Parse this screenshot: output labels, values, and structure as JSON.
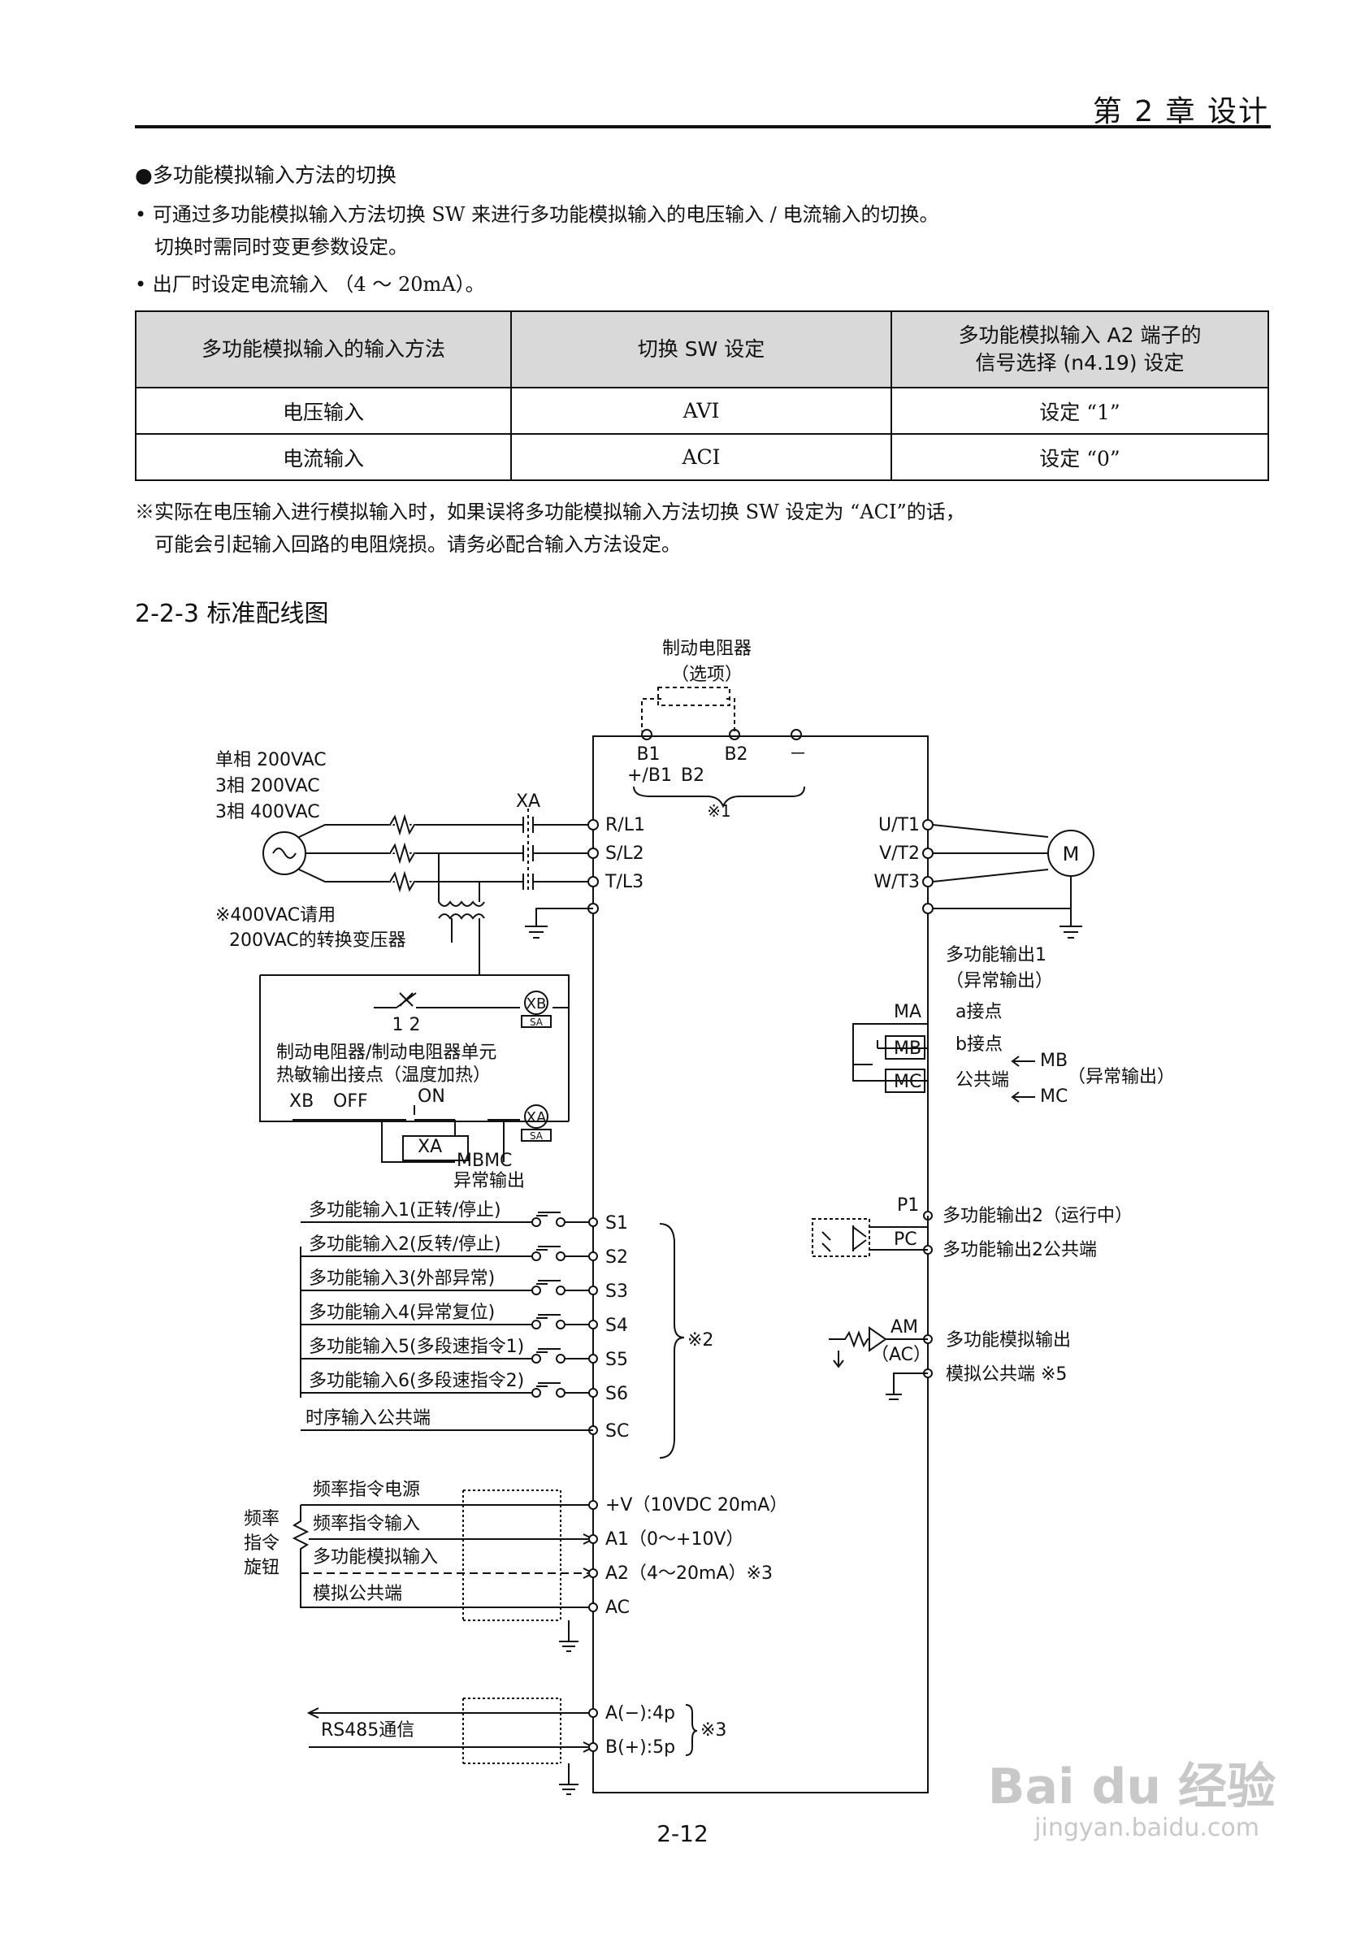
{
  "header": {
    "chapter": "第 2 章  设计"
  },
  "switch_section": {
    "title": "●多功能模拟输入方法的切换",
    "bullets": [
      "• 可通过多功能模拟输入方法切换 SW 来进行多功能模拟输入的电压输入 / 电流输入的切换。",
      "切换时需同时变更参数设定。",
      "• 出厂时设定电流输入 （4 ～ 20mA）。"
    ]
  },
  "table": {
    "headers": [
      "多功能模拟输入的输入方法",
      "切换 SW 设定",
      "多功能模拟输入 A2 端子的",
      "信号选择 (n4.19) 设定"
    ],
    "rows": [
      [
        "电压输入",
        "AVI",
        "设定 “1”"
      ],
      [
        "电流输入",
        "ACI",
        "设定 “0”"
      ]
    ]
  },
  "notes": [
    "※实际在电压输入进行模拟输入时，如果误将多功能模拟输入方法切换 SW 设定为 “ACI”的话，",
    "可能会引起输入回路的电阻烧损。请务必配合输入方法设定。"
  ],
  "wiring": {
    "title": "2-2-3  标准配线图",
    "brake_resistor": [
      "制动电阻器",
      "（选项）"
    ],
    "dc_terminals": [
      "B1",
      "B2",
      "－",
      "+/B1",
      "B2",
      "※1"
    ],
    "power_supply": [
      "单相 200VAC",
      "3相 200VAC",
      "3相 400VAC"
    ],
    "xa": "XA",
    "input_terminals": [
      "R/L1",
      "S/L2",
      "T/L3"
    ],
    "output_terminals": [
      "U/T1",
      "V/T2",
      "W/T3"
    ],
    "motor": "M",
    "transformer_note": [
      "※400VAC请用",
      "200VAC的转换变压器"
    ],
    "thermal": {
      "contact": "1  2",
      "xb": "XB",
      "sa": "SA",
      "text": [
        "制动电阻器/制动电阻器单元",
        "热敏输出接点（温度加热）"
      ],
      "switches": [
        "XB",
        "OFF",
        "ON"
      ],
      "xa": "XA",
      "mbmc": "MBMC",
      "fault": "异常输出"
    },
    "multi_output_1": {
      "title": [
        "多功能输出1",
        "（异常输出）"
      ],
      "terminals": [
        "MA",
        "MB",
        "MC"
      ],
      "labels": [
        "a接点",
        "b接点",
        "公共端"
      ],
      "ext": [
        "MB",
        "MC",
        "（异常输出）"
      ]
    },
    "inputs": [
      "多功能输入1(正转/停止)",
      "多功能输入2(反转/停止)",
      "多功能输入3(外部异常)",
      "多功能输入4(异常复位)",
      "多功能输入5(多段速指令1)",
      "多功能输入6(多段速指令2)",
      "时序输入公共端"
    ],
    "input_terminals_s": [
      "S1",
      "S2",
      "S3",
      "S4",
      "S5",
      "S6",
      "SC"
    ],
    "note2": "※2",
    "multi_output_2": {
      "terminals": [
        "P1",
        "PC"
      ],
      "labels": [
        "多功能输出2（运行中）",
        "多功能输出2公共端"
      ]
    },
    "analog_output": {
      "terminals": [
        "AM",
        "（AC）"
      ],
      "labels": [
        "多功能模拟输出",
        "模拟公共端  ※5"
      ]
    },
    "freq_pot": [
      "频率",
      "指令",
      "旋钮"
    ],
    "analog_inputs": [
      "频率指令电源",
      "频率指令输入",
      "多功能模拟输入",
      "模拟公共端"
    ],
    "analog_terminals": [
      "+V（10VDC 20mA）",
      "A1（0～+10V）",
      "A2（4～20mA）※3",
      "AC"
    ],
    "rs485": {
      "label": "RS485通信",
      "terminals": [
        "A(−):4p",
        "B(+):5p"
      ],
      "note": "※3"
    }
  },
  "page_number": "2-12",
  "watermark": {
    "brand": "Bai du 经验",
    "url": "jingyan.baidu.com"
  }
}
